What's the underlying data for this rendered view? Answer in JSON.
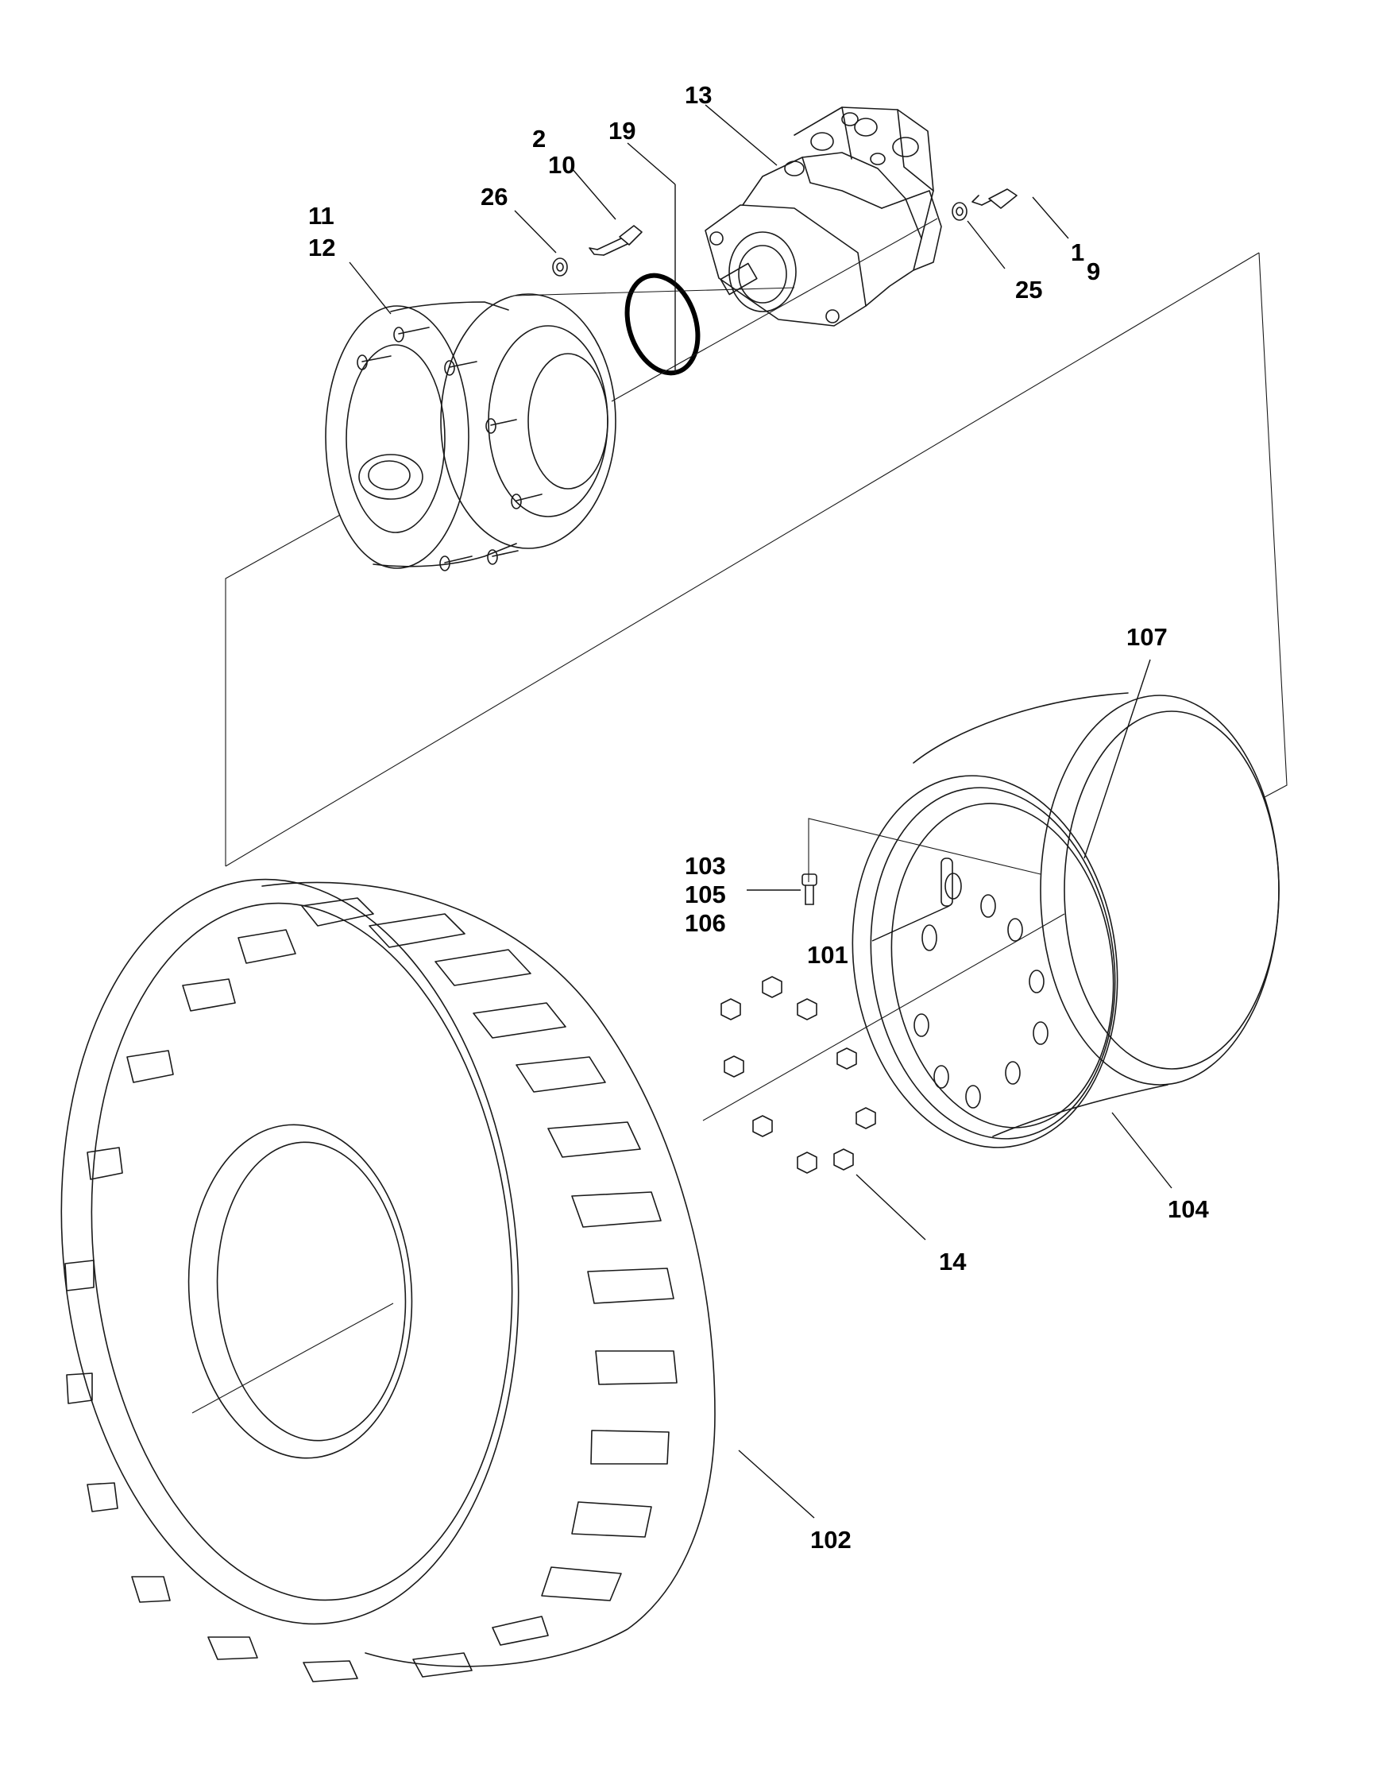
{
  "callouts": {
    "c13": "13",
    "c19": "19",
    "c2": "2",
    "c10": "10",
    "c26": "26",
    "c11": "11",
    "c12": "12",
    "c1": "1",
    "c9": "9",
    "c25": "25",
    "c107": "107",
    "c103": "103",
    "c105": "105",
    "c106": "106",
    "c101": "101",
    "c104": "104",
    "c14": "14",
    "c102": "102"
  }
}
